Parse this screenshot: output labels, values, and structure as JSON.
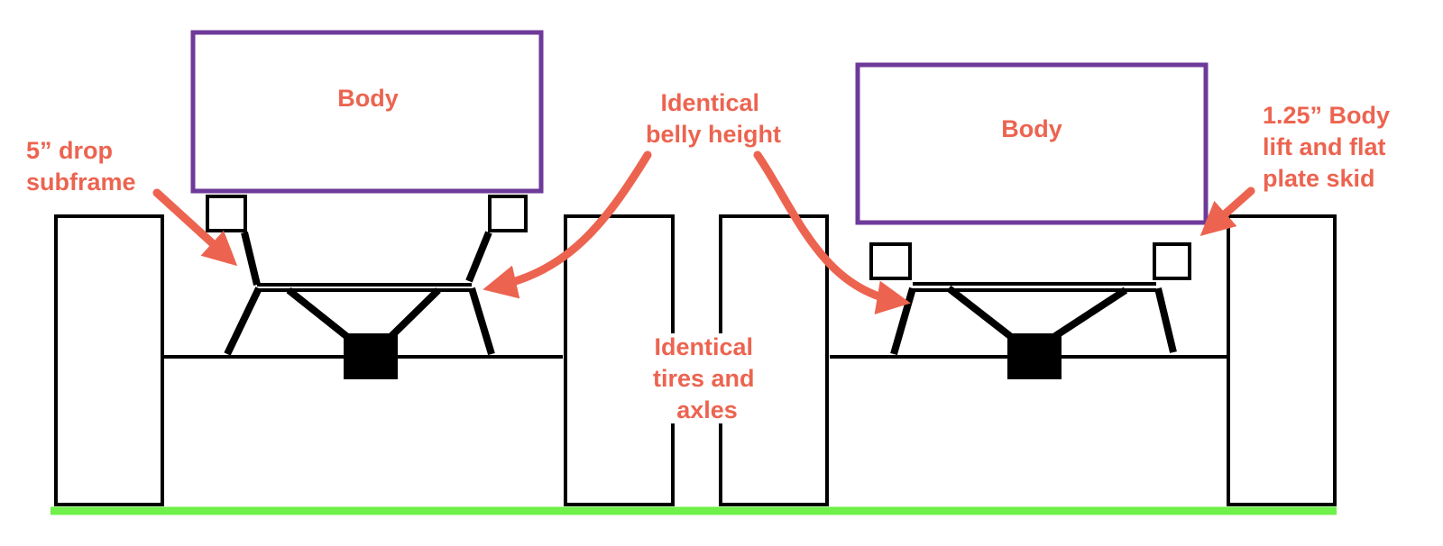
{
  "colors": {
    "annotation": "#ec6450",
    "body_outline": "#6e3a9a",
    "ground": "#6ff04a",
    "structure": "#000000"
  },
  "left_vehicle": {
    "body_label": "Body",
    "callout_lines": [
      "5” drop",
      "subframe"
    ]
  },
  "right_vehicle": {
    "body_label": "Body",
    "callout_lines": [
      "1.25” Body",
      "lift and flat",
      "plate skid"
    ]
  },
  "center_annotations": {
    "belly_height_lines": [
      "Identical",
      "belly height"
    ],
    "tires_axles_lines": [
      "Identical",
      "tires and",
      "axles"
    ]
  }
}
